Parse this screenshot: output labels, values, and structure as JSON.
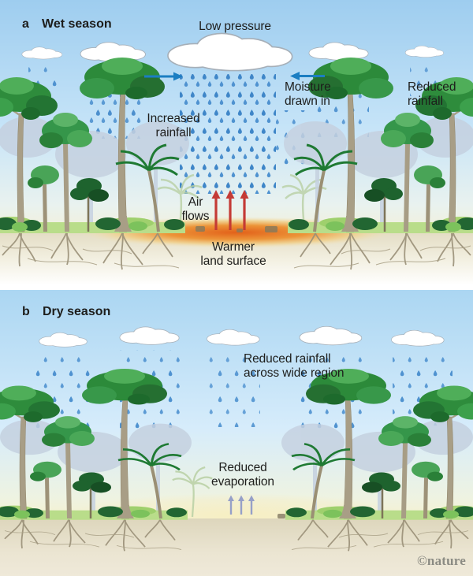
{
  "panel_a": {
    "label": "a",
    "title": "Wet season",
    "low_pressure": "Low pressure",
    "increased_rainfall": "Increased\nrainfall",
    "moisture_drawn_in": "Moisture\ndrawn in",
    "reduced_rainfall": "Reduced\nrainfall",
    "air_flows": "Air\nflows",
    "warmer_land_surface": "Warmer\nland surface"
  },
  "panel_b": {
    "label": "b",
    "title": "Dry season",
    "reduced_rainfall_region": "Reduced rainfall\nacross wide region",
    "reduced_evaporation": "Reduced\nevaporation"
  },
  "credit": "©nature",
  "colors": {
    "sky_top": "#9ecdef",
    "raindrop": "#3f86c8",
    "arrow_red": "#c43a35",
    "arrow_blue": "#1b7ec2",
    "arrow_slate": "#96a0c8",
    "warm_land": "#e2611a",
    "canopy_green": "#2e8c3c",
    "soil": "#e8e2cc"
  }
}
